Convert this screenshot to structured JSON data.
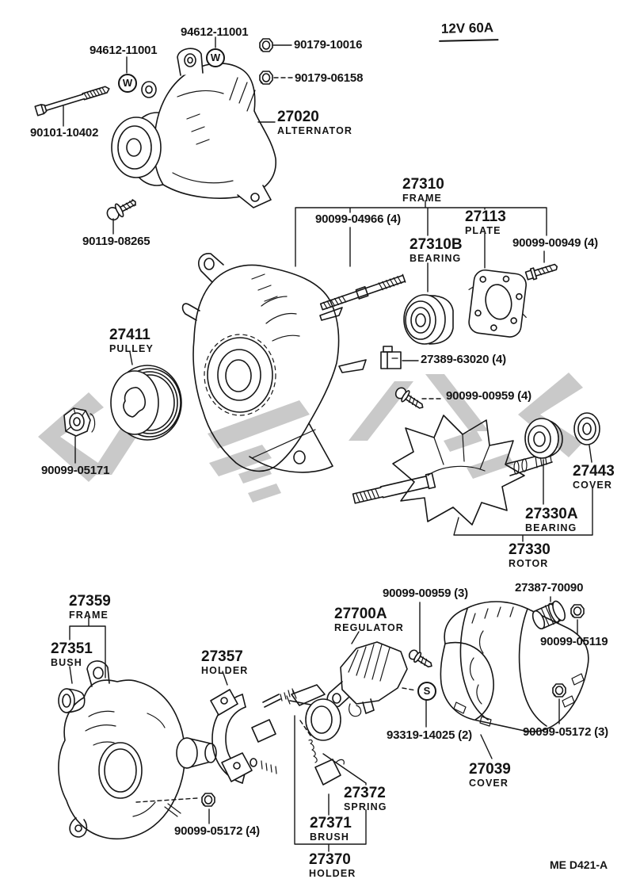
{
  "header": {
    "spec": "12V 60A"
  },
  "footer": {
    "sheet_code": "ME D421-A"
  },
  "symbols": {
    "washer": "W",
    "screw": "S"
  },
  "labels": {
    "washer_top": {
      "num": "94612-11001"
    },
    "washer_front": {
      "num": "94612-11001"
    },
    "nut_10016": {
      "num": "90179-10016"
    },
    "nut_06158": {
      "num": "90179-06158"
    },
    "alternator": {
      "num": "27020",
      "desc": "ALTERNATOR"
    },
    "through_bolt": {
      "num": "90101-10402"
    },
    "adjust_bolt": {
      "num": "90119-08265"
    },
    "front_frame": {
      "num": "27310",
      "desc": "FRAME"
    },
    "stud_bolt": {
      "num": "90099-04966 (4)"
    },
    "retainer_plate": {
      "num": "27113",
      "desc": "PLATE"
    },
    "front_bearing": {
      "num": "27310B",
      "desc": "BEARING"
    },
    "plate_bolt": {
      "num": "90099-00949 (4)"
    },
    "pulley": {
      "num": "27411",
      "desc": "PULLEY"
    },
    "insulator": {
      "num": "27389-63020 (4)"
    },
    "screw_four": {
      "num": "90099-00959 (4)"
    },
    "pulley_nut": {
      "num": "90099-05171"
    },
    "bearing_cover": {
      "num": "27443",
      "desc": "COVER"
    },
    "rear_bearing": {
      "num": "27330A",
      "desc": "BEARING"
    },
    "rotor": {
      "num": "27330",
      "desc": "ROTOR"
    },
    "rear_frame": {
      "num": "27359",
      "desc": "FRAME"
    },
    "bush": {
      "num": "27351",
      "desc": "BUSH"
    },
    "rectifier_holder": {
      "num": "27357",
      "desc": "HOLDER"
    },
    "regulator": {
      "num": "27700A",
      "desc": "REGULATOR"
    },
    "screw_three": {
      "num": "90099-00959 (3)"
    },
    "terminal_grommet": {
      "num": "27387-70090"
    },
    "terminal_nut": {
      "num": "90099-05119"
    },
    "cover_screw": {
      "num": "93319-14025 (2)"
    },
    "cover_nut": {
      "num": "90099-05172 (3)"
    },
    "end_cover": {
      "num": "27039",
      "desc": "COVER"
    },
    "brush_spring": {
      "num": "27372",
      "desc": "SPRING"
    },
    "brush": {
      "num": "27371",
      "desc": "BRUSH"
    },
    "brush_holder": {
      "num": "27370",
      "desc": "HOLDER"
    },
    "frame_nut": {
      "num": "90099-05172 (4)"
    }
  }
}
